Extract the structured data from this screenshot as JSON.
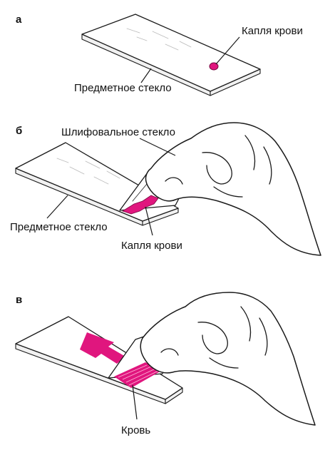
{
  "panels": [
    {
      "letter": "а",
      "labels": {
        "drop": "Капля крови",
        "slide": "Предметное стекло"
      }
    },
    {
      "letter": "б",
      "labels": {
        "spreader": "Шлифовальное стекло",
        "slide": "Предметное стекло",
        "drop": "Капля крови"
      }
    },
    {
      "letter": "в",
      "labels": {
        "blood": "Кровь"
      }
    }
  ],
  "colors": {
    "blood": "#e0167e",
    "outline": "#1a1a1a",
    "background": "#ffffff"
  }
}
